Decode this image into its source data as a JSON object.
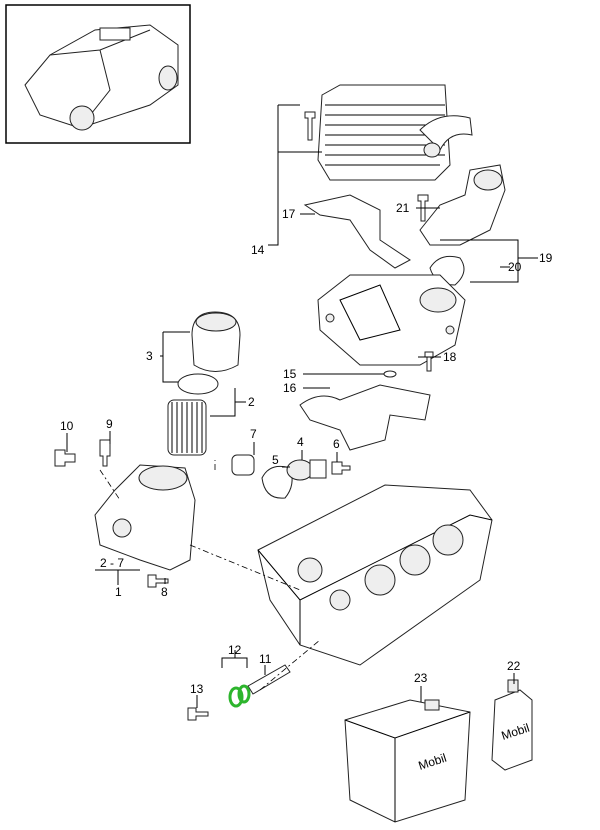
{
  "callouts": {
    "c1": "1",
    "c2_7": "2 - 7",
    "c2": "2",
    "c3": "3",
    "c4": "4",
    "c5": "5",
    "c6": "6",
    "c7": "7",
    "c8": "8",
    "c9": "9",
    "c10": "10",
    "c11": "11",
    "c12": "12",
    "c13": "13",
    "c14": "14",
    "c15": "15",
    "c16": "16",
    "c17": "17",
    "c18": "18",
    "c19": "19",
    "c20": "20",
    "c21": "21",
    "c22": "22",
    "c23": "23"
  },
  "brand_labels": {
    "canister": "Mobil",
    "bottle": "Mobil"
  },
  "colors": {
    "highlight": "#2db52d"
  }
}
